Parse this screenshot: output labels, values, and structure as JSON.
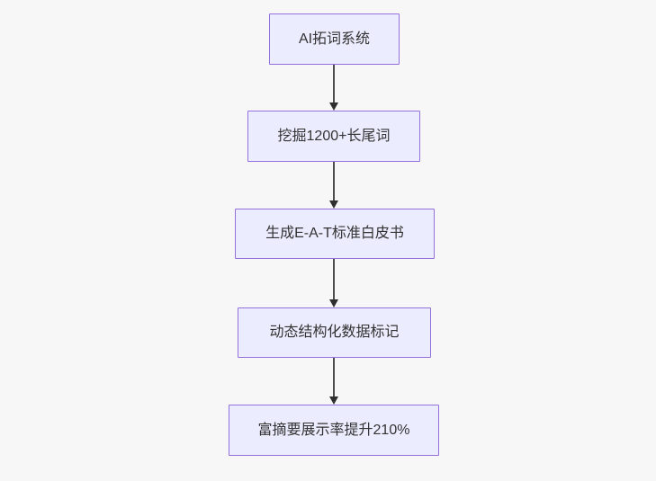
{
  "diagram": {
    "type": "flowchart",
    "direction": "top-down",
    "nodes": [
      {
        "id": "node-1",
        "label": "AI拓词系统"
      },
      {
        "id": "node-2",
        "label": "挖掘1200+长尾词"
      },
      {
        "id": "node-3",
        "label": "生成E-A-T标准白皮书"
      },
      {
        "id": "node-4",
        "label": "动态结构化数据标记"
      },
      {
        "id": "node-5",
        "label": "富摘要展示率提升210%"
      }
    ],
    "edges": [
      {
        "from": "node-1",
        "to": "node-2",
        "style": "arrow-down"
      },
      {
        "from": "node-2",
        "to": "node-3",
        "style": "arrow-down"
      },
      {
        "from": "node-3",
        "to": "node-4",
        "style": "arrow-down"
      },
      {
        "from": "node-4",
        "to": "node-5",
        "style": "arrow-down"
      }
    ],
    "colors": {
      "background": "#f7f7f7",
      "node_fill": "#ECECFF",
      "node_border": "#9370DB",
      "text": "#333333",
      "arrow_line": "#4d4d4d",
      "arrow_head": "#2f2f2f"
    }
  }
}
